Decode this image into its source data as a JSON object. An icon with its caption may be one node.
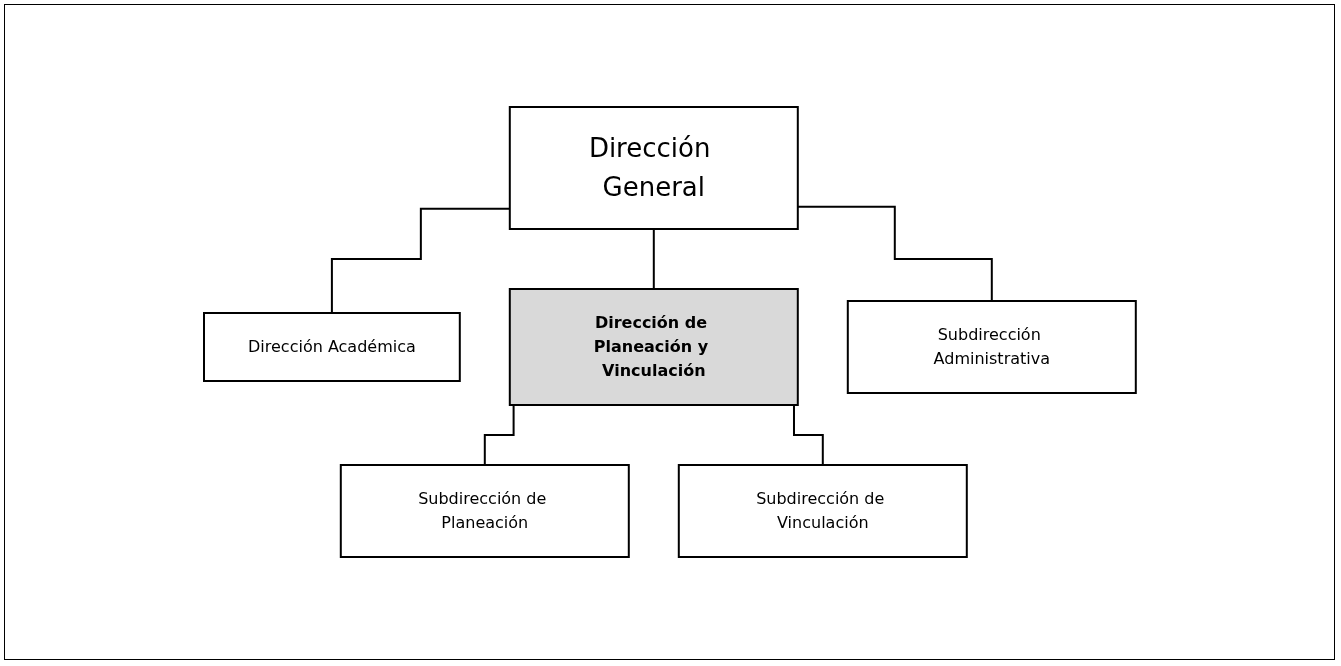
{
  "diagram": {
    "nodes": [
      {
        "text": [
          "Dirección General"
        ]
      },
      {
        "text": [
          "Dirección Académica"
        ]
      },
      {
        "text": [
          "Dirección de Planeación y Vinculación"
        ]
      },
      {
        "text": [
          "Subdirección Administrativa"
        ]
      },
      {
        "text": [
          "Subdirección de Planeación"
        ]
      },
      {
        "text": [
          "Subdirección de Vinculación"
        ]
      }
    ],
    "edges": [
      {
        "from": 0,
        "to": 1,
        "arrow": "none"
      },
      {
        "from": 0,
        "to": 2,
        "arrow": "none"
      },
      {
        "from": 0,
        "to": 3,
        "arrow": "none"
      },
      {
        "from": 2,
        "to": 4,
        "arrow": "none"
      },
      {
        "from": 2,
        "to": 5,
        "arrow": "none"
      }
    ]
  }
}
